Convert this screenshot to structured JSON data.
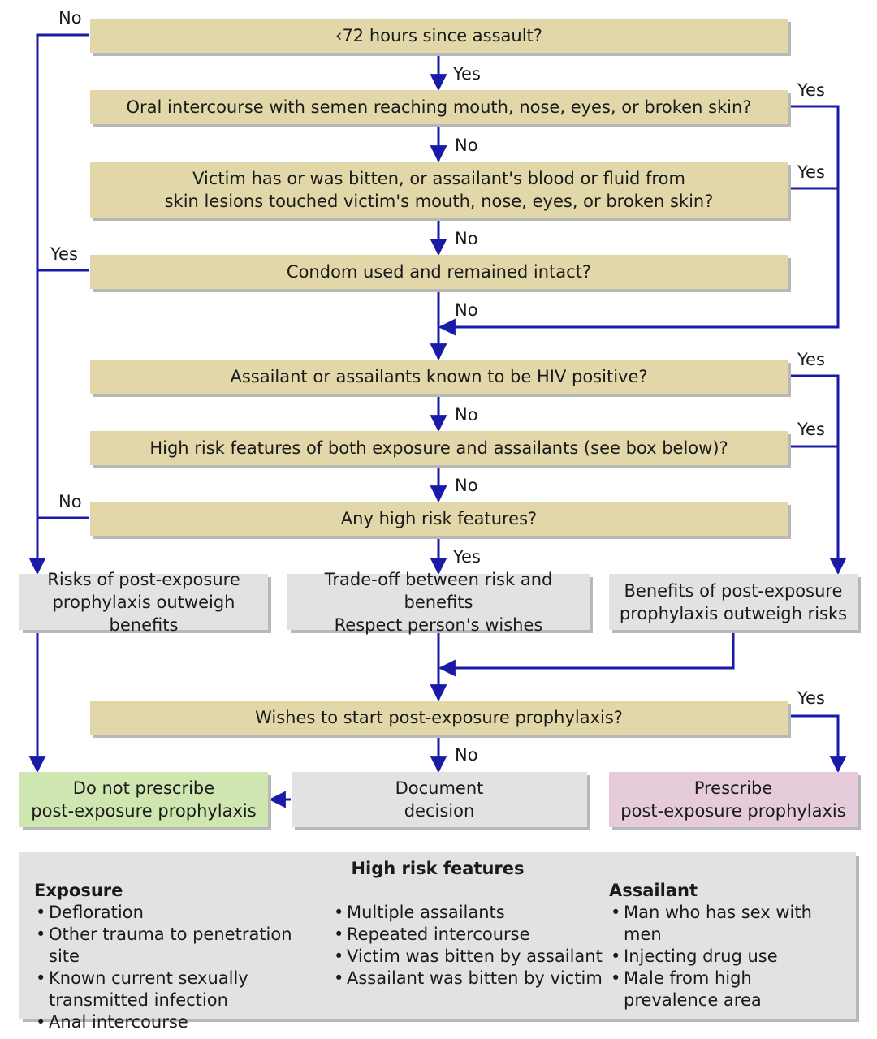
{
  "questions": {
    "q1": "‹72 hours since assault?",
    "q2": "Oral intercourse with semen reaching mouth, nose, eyes, or broken skin?",
    "q3_line1": "Victim has or was bitten, or assailant's blood or fluid from",
    "q3_line2": "skin lesions touched victim's mouth, nose, eyes, or broken skin?",
    "q4": "Condom used and remained intact?",
    "q5": "Assailant or assailants known to be HIV positive?",
    "q6": "High risk features of both exposure and assailants (see box below)?",
    "q7": "Any high risk features?",
    "q8": "Wishes to start post-exposure prophylaxis?"
  },
  "outcomes": {
    "risks_line1": "Risks of post-exposure",
    "risks_line2": "prophylaxis outweigh benefits",
    "tradeoff_line1": "Trade-off between risk and benefits",
    "tradeoff_line2": "Respect person's wishes",
    "benefits_line1": "Benefits of post-exposure",
    "benefits_line2": "prophylaxis outweigh risks",
    "donot_line1": "Do not prescribe",
    "donot_line2": "post-exposure prophylaxis",
    "document_line1": "Document",
    "document_line2": "decision",
    "prescribe_line1": "Prescribe",
    "prescribe_line2": "post-exposure prophylaxis"
  },
  "labels": {
    "yes": "Yes",
    "no": "No"
  },
  "risk_features": {
    "title": "High risk features",
    "exposure_heading": "Exposure",
    "exposure_items": [
      "Defloration",
      "Other trauma to penetration site",
      "Known current sexually transmitted infection",
      "Anal intercourse"
    ],
    "middle_items": [
      "Multiple assailants",
      "Repeated intercourse",
      "Victim was bitten by assailant",
      "Assailant was bitten by victim"
    ],
    "assailant_heading": "Assailant",
    "assailant_items": [
      "Man who has sex with men",
      "Injecting drug use",
      "Male from high prevalence area"
    ]
  },
  "colors": {
    "question_box": "#e2d7a8",
    "neutral_box": "#e2e2e2",
    "do_not_prescribe": "#cfe6b1",
    "prescribe": "#e6cbdb",
    "arrow": "#1a1aa8"
  }
}
